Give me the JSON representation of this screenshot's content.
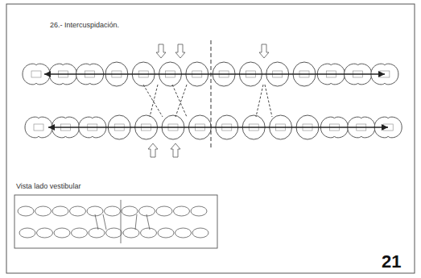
{
  "diagram": {
    "title": "26.- Intercuspidación.",
    "labels": [
      "Vista lado vestibular",
      "21"
    ]
  }
}
